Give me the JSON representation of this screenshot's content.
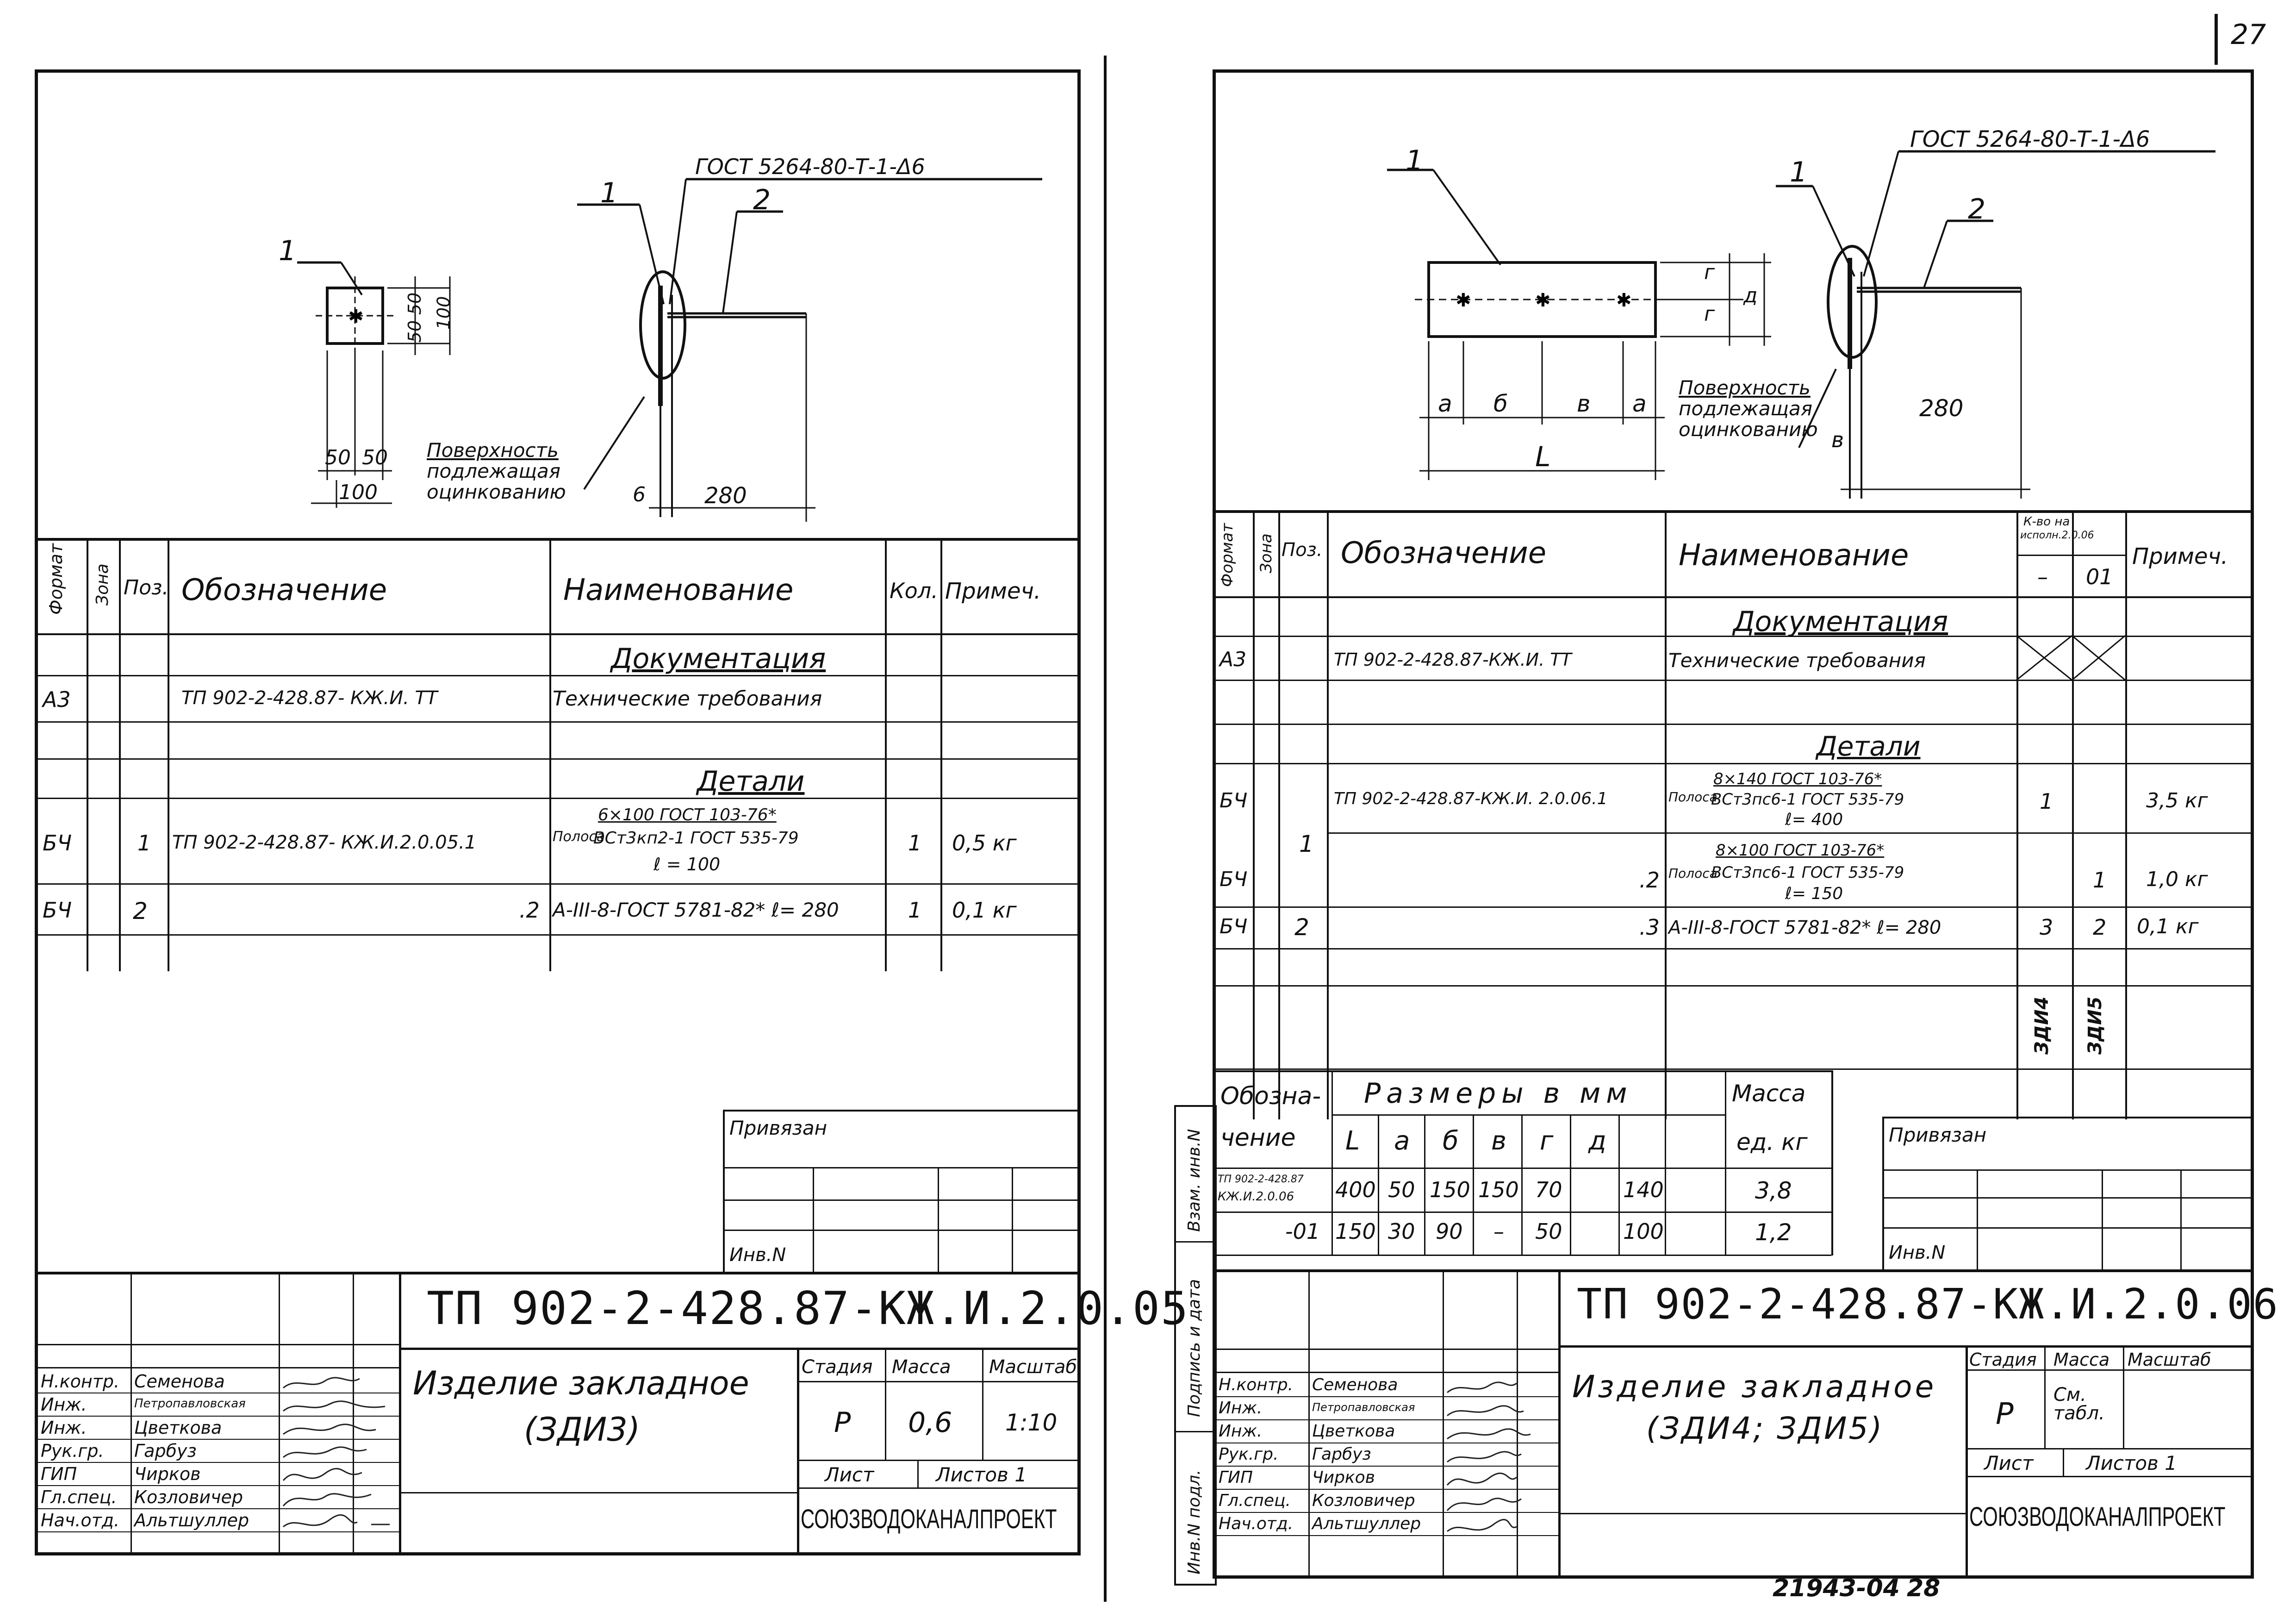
{
  "page_number": "27",
  "archive_number": "21943-04",
  "archive_page": "28",
  "left": {
    "drawing": {
      "leader_pos1": "1",
      "leader_pos1b": "1",
      "leader_pos2": "2",
      "gost_weld": "ГОСТ 5264-80-Т-1-Δ6",
      "dim_50a": "50",
      "dim_50b": "50",
      "dim_100_bottom": "100",
      "dim_50_side": "50",
      "dim_50_side2": "50",
      "dim_100_side": "100",
      "dim_6": "6",
      "dim_280": "280",
      "note_line1": "Поверхность",
      "note_line2": "подлежащая",
      "note_line3": "оцинкованию"
    },
    "spec": {
      "headers": {
        "format": "Формат",
        "zone": "Зона",
        "pos": "Поз.",
        "designation": "Обозначение",
        "name": "Наименование",
        "qty": "Кол.",
        "note": "Примеч."
      },
      "section_docs": "Документация",
      "section_parts": "Детали",
      "rows": [
        {
          "format": "А3",
          "pos": "",
          "designation": "ТП 902-2-428.87- КЖ.И. ТТ",
          "name": "Технические требования",
          "qty": "",
          "note": ""
        },
        {
          "format": "БЧ",
          "pos": "1",
          "designation": "ТП 902-2-428.87- КЖ.И.2.0.05.1",
          "name_prefix": "Полоса",
          "name_top": "6×100 ГОСТ 103-76*",
          "name_bottom": "ВСт3кп2-1 ГОСТ 535-79",
          "name_len": "ℓ = 100",
          "qty": "1",
          "note": "0,5 кг"
        },
        {
          "format": "БЧ",
          "pos": "2",
          "designation": ".2",
          "name": "А-III-8-ГОСТ 5781-82* ℓ= 280",
          "qty": "1",
          "note": "0,1 кг"
        }
      ]
    },
    "privyazan": "Привязан",
    "inv": "Инв.N",
    "title_code": "ТП 902-2-428.87-КЖ.И.2.0.05",
    "title_name": "Изделие закладное",
    "title_sub": "(ЗДИ3)",
    "stage_h": "Стадия",
    "mass_h": "Масса",
    "scale_h": "Масштаб",
    "stage": "Р",
    "mass": "0,6",
    "scale": "1:10",
    "sheet_h": "Лист",
    "sheets_h": "Листов 1",
    "org": "СОЮЗВОДОКАНАЛПРОЕКТ",
    "staff": [
      {
        "role": "Н.контр.",
        "name": "Семенова"
      },
      {
        "role": "Инж.",
        "name": "Петропавловская"
      },
      {
        "role": "Инж.",
        "name": "Цветкова"
      },
      {
        "role": "Рук.гр.",
        "name": "Гарбуз"
      },
      {
        "role": "ГИП",
        "name": "Чирков"
      },
      {
        "role": "Гл.спец.",
        "name": "Козловичер"
      },
      {
        "role": "Нач.отд.",
        "name": "Альтшуллер"
      }
    ]
  },
  "right": {
    "drawing": {
      "leader_pos1": "1",
      "leader_pos1b": "1",
      "leader_pos2": "2",
      "gost_weld": "ГОСТ 5264-80-Т-1-Δ6",
      "dim_a1": "а",
      "dim_b": "б",
      "dim_v": "в",
      "dim_a2": "а",
      "dim_L": "L",
      "dim_g1": "г",
      "dim_g2": "г",
      "dim_d": "д",
      "dim_v2": "в",
      "dim_280": "280",
      "note_line1": "Поверхность",
      "note_line2": "подлежащая",
      "note_line3": "оцинкованию"
    },
    "spec": {
      "headers": {
        "format": "Формат",
        "zone": "Зона",
        "pos": "Поз.",
        "designation": "Обозначение",
        "name": "Наименование",
        "qty_top": "К-во на",
        "qty_top2": "исполн.2.0.06",
        "qty_c1": "–",
        "qty_c2": "01",
        "note": "Примеч."
      },
      "section_docs": "Документация",
      "section_parts": "Детали",
      "rows": [
        {
          "format": "А3",
          "pos": "",
          "designation": "ТП 902-2-428.87-КЖ.И. ТТ",
          "name": "Технические требования",
          "q1": "",
          "q2": "",
          "note": ""
        },
        {
          "format": "БЧ",
          "pos": "1",
          "designation": "ТП 902-2-428.87-КЖ.И. 2.0.06.1",
          "name_prefix": "Полоса",
          "name_top": "8×140 ГОСТ 103-76*",
          "name_bottom": "ВСт3пс6-1 ГОСТ 535-79",
          "name_len": "ℓ= 400",
          "q1": "1",
          "q2": "",
          "note": "3,5 кг"
        },
        {
          "format": "БЧ",
          "pos": "",
          "designation": ".2",
          "name_prefix": "Полоса",
          "name_top": "8×100 ГОСТ 103-76*",
          "name_bottom": "ВСт3пс6-1 ГОСТ 535-79",
          "name_len": "ℓ= 150",
          "q1": "",
          "q2": "1",
          "note": "1,0 кг"
        },
        {
          "format": "БЧ",
          "pos": "2",
          "designation": ".3",
          "name": "А-III-8-ГОСТ 5781-82* ℓ= 280",
          "q1": "3",
          "q2": "2",
          "note": "0,1 кг"
        }
      ],
      "variant_1": "ЗДИ4",
      "variant_2": "ЗДИ5"
    },
    "dims_table": {
      "h_designation1": "Обозна-",
      "h_designation2": "чение",
      "h_sizes": "Размеры в мм",
      "h_mass1": "Масса",
      "h_mass2": "ед. кг",
      "cols": [
        "L",
        "а",
        "б",
        "в",
        "г",
        "д"
      ],
      "rows": [
        {
          "name1": "ТП 902-2-428.87",
          "name2": "КЖ.И.2.0.06",
          "vals": [
            "400",
            "50",
            "150",
            "150",
            "70",
            "140"
          ],
          "mass": "3,8"
        },
        {
          "name1": "-01",
          "name2": "",
          "vals": [
            "150",
            "30",
            "90",
            "–",
            "50",
            "100"
          ],
          "mass": "1,2"
        }
      ]
    },
    "side_labels": [
      "Взам. инв.N",
      "Подпись и дата",
      "Инв.N подл."
    ],
    "privyazan": "Привязан",
    "inv": "Инв.N",
    "title_code": "ТП 902-2-428.87-КЖ.И.2.0.06",
    "title_name": "Изделие закладное",
    "title_sub": "(ЗДИ4; ЗДИ5)",
    "stage_h": "Стадия",
    "mass_h": "Масса",
    "scale_h": "Масштаб",
    "stage": "Р",
    "mass": "См. табл.",
    "scale": "",
    "sheet_h": "Лист",
    "sheets_h": "Листов 1",
    "org": "СОЮЗВОДОКАНАЛПРОЕКТ",
    "staff": [
      {
        "role": "Н.контр.",
        "name": "Семенова"
      },
      {
        "role": "Инж.",
        "name": "Петропавловская"
      },
      {
        "role": "Инж.",
        "name": "Цветкова"
      },
      {
        "role": "Рук.гр.",
        "name": "Гарбуз"
      },
      {
        "role": "ГИП",
        "name": "Чирков"
      },
      {
        "role": "Гл.спец.",
        "name": "Козловичер"
      },
      {
        "role": "Нач.отд.",
        "name": "Альтшуллер"
      }
    ]
  }
}
